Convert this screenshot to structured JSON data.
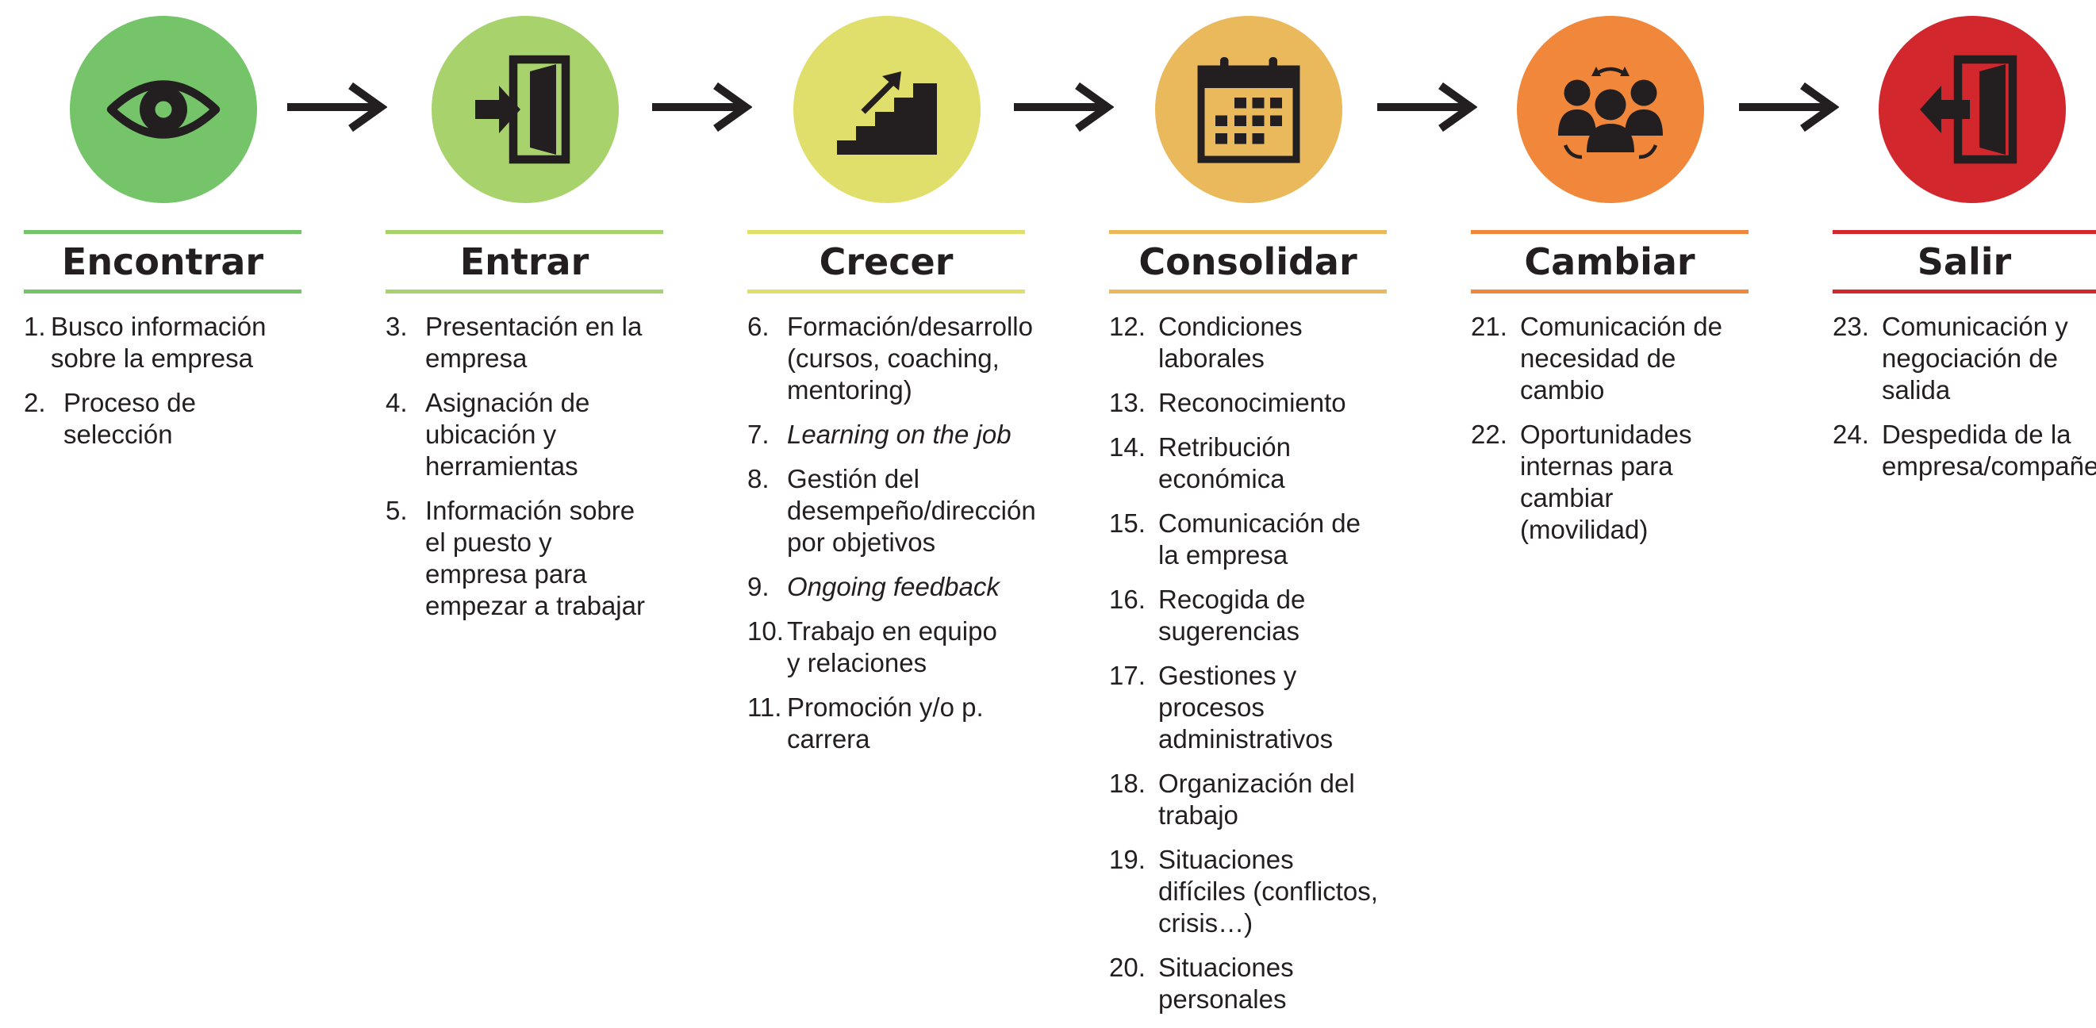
{
  "stages": [
    {
      "title": "Encontrar",
      "color": "#75c46a",
      "icon": "eye-icon",
      "items": [
        {
          "num": "1.",
          "text": "Busco información sobre la empresa"
        },
        {
          "num": "2.",
          "text": "Proceso de selección"
        }
      ]
    },
    {
      "title": "Entrar",
      "color": "#a8d36c",
      "icon": "enter-door-icon",
      "items": [
        {
          "num": "3.",
          "text": "Presentación en la empresa"
        },
        {
          "num": "4.",
          "text": "Asignación de ubicación y herramientas"
        },
        {
          "num": "5.",
          "text": "Información sobre el puesto y empresa para empezar a trabajar"
        }
      ]
    },
    {
      "title": "Crecer",
      "color": "#e1df6b",
      "icon": "stairs-growth-icon",
      "items": [
        {
          "num": "6.",
          "text": "Formación/desarrollo (cursos, coaching, mentoring)"
        },
        {
          "num": "7.",
          "text": "Learning on the job"
        },
        {
          "num": "8.",
          "text": "Gestión del desempeño/dirección por objetivos"
        },
        {
          "num": "9.",
          "text": "Ongoing feedback"
        },
        {
          "num": "10.",
          "text": "Trabajo en equipo y relaciones"
        },
        {
          "num": "11.",
          "text": "Promoción y/o p. carrera"
        }
      ]
    },
    {
      "title": "Consolidar",
      "color": "#e9b95b",
      "icon": "calendar-icon",
      "items": [
        {
          "num": "12.",
          "text": "Condiciones laborales"
        },
        {
          "num": "13.",
          "text": "Reconocimiento"
        },
        {
          "num": "14.",
          "text": "Retribución económica"
        },
        {
          "num": "15.",
          "text": "Comunicación de la empresa"
        },
        {
          "num": "16.",
          "text": "Recogida de sugerencias"
        },
        {
          "num": "17.",
          "text": "Gestiones y procesos administrativos"
        },
        {
          "num": "18.",
          "text": "Organización del trabajo"
        },
        {
          "num": "19.",
          "text": "Situaciones difíciles (conflictos, crisis…)"
        },
        {
          "num": "20.",
          "text": "Situaciones personales"
        }
      ]
    },
    {
      "title": "Cambiar",
      "color": "#f0873a",
      "icon": "people-rotation-icon",
      "items": [
        {
          "num": "21.",
          "text": "Comunicación de necesidad de cambio"
        },
        {
          "num": "22.",
          "text": "Oportunidades internas para cambiar (movilidad)"
        }
      ]
    },
    {
      "title": "Salir",
      "color": "#d3272e",
      "icon": "exit-door-icon",
      "items": [
        {
          "num": "23.",
          "text": "Comunicación y negociación de salida"
        },
        {
          "num": "24.",
          "text": "Despedida de la empresa/compañeros"
        }
      ]
    }
  ]
}
